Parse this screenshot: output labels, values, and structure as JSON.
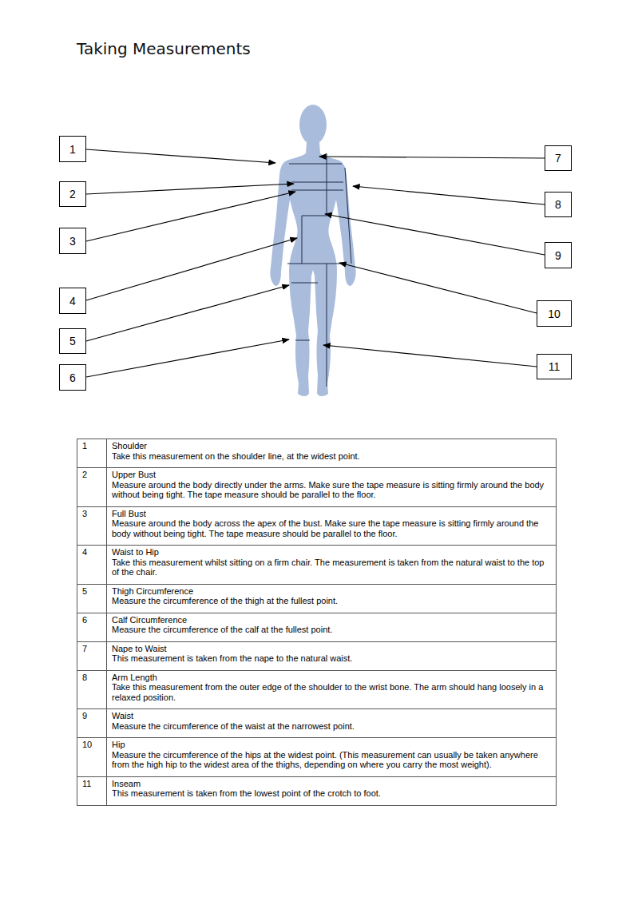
{
  "diagram": {
    "title": "Taking Measurements",
    "nodes": [
      {
        "text": [
          "1"
        ]
      },
      {
        "text": [
          "2"
        ]
      },
      {
        "text": [
          "3"
        ]
      },
      {
        "text": [
          "4"
        ]
      },
      {
        "text": [
          "5"
        ]
      },
      {
        "text": [
          "6"
        ]
      },
      {
        "text": [
          "7"
        ]
      },
      {
        "text": [
          "8"
        ]
      },
      {
        "text": [
          "9"
        ]
      },
      {
        "text": [
          "10"
        ]
      },
      {
        "text": [
          "11"
        ]
      }
    ],
    "labels": [
      "1",
      "Shoulder",
      "Take this measurement on the shoulder line, at the widest point.",
      "2",
      "Upper Bust",
      "Measure around the body directly under the arms. Make sure the tape measure is sitting firmly around the body without being tight. The tape measure should be parallel to the floor.",
      "3",
      "Full Bust",
      "Measure around the body across the apex of the bust. Make sure the tape measure is sitting firmly around the body without being tight. The tape measure should be parallel to the floor.",
      "4",
      "Waist to Hip",
      "Take this measurement whilst sitting on a firm chair. The measurement is taken from the natural waist to the top of the chair.",
      "5",
      "Thigh Circumference",
      "Measure the circumference of the thigh at the fullest point.",
      "6",
      "Calf Circumference",
      "Measure the circumference of the calf at the fullest point.",
      "7",
      "Nape to Waist",
      "This measurement is taken from the nape to the natural waist.",
      "8",
      "Arm Length",
      "Take this measurement from the outer edge of the shoulder to the wrist bone. The arm should hang loosely in a relaxed position.",
      "9",
      "Waist",
      "Measure the circumference of the waist at the narrowest point.",
      "10",
      "Hip",
      "Measure the circumference of the hips at the widest point. (This measurement can usually be taken anywhere from the high hip to the widest area of the thighs, depending on where you carry the most weight).",
      "11",
      "Inseam",
      "This measurement is taken from the lowest point of the crotch to foot."
    ]
  }
}
